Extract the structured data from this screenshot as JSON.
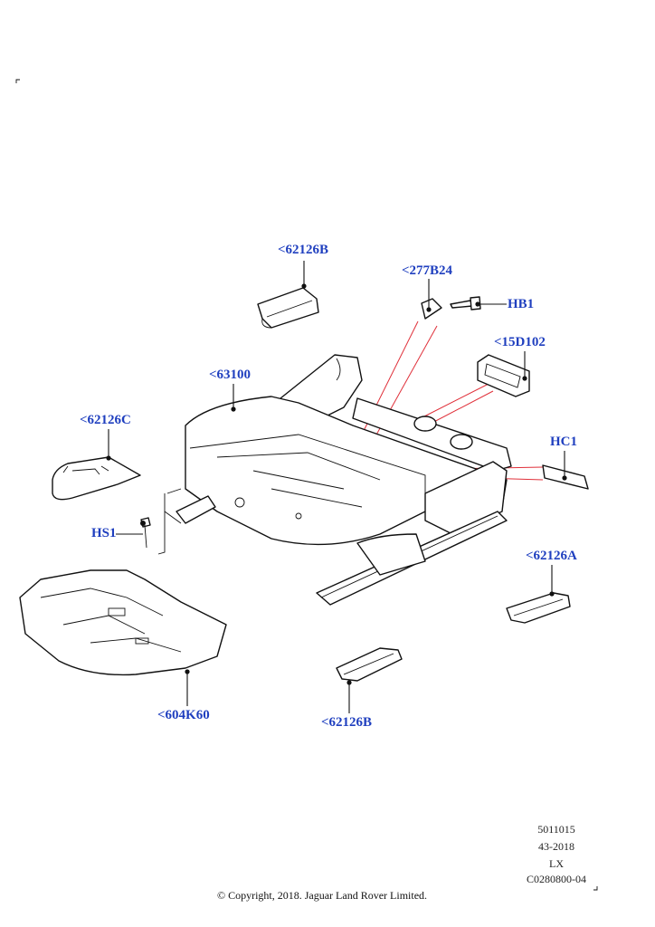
{
  "callouts": {
    "c62126B_top": "<62126B",
    "c277B24": "<277B24",
    "HB1": "HB1",
    "c15D102": "<15D102",
    "c63100": "<63100",
    "c62126C": "<62126C",
    "HC1": "HC1",
    "HS1": "HS1",
    "c62126A": "<62126A",
    "c604K60": "<604K60",
    "c62126B_bottom": "<62126B"
  },
  "meta": {
    "code1": "5011015",
    "code2": "43-2018",
    "code3": "LX",
    "code4": "C0280800-04"
  },
  "copyright": "© Copyright, 2018. Jaguar Land Rover Limited.",
  "colors": {
    "callout": "#1f3fbf",
    "highlight_line": "#e0303a",
    "line": "#111111"
  }
}
